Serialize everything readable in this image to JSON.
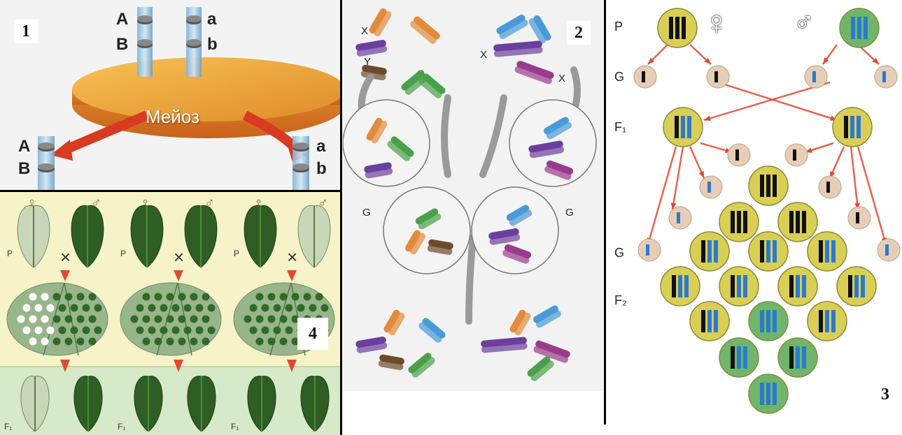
{
  "panel1": {
    "number": "1",
    "top_left": [
      "A",
      "B"
    ],
    "top_right": [
      "a",
      "b"
    ],
    "disc_label": "Мейоз",
    "bottom_left": [
      "A",
      "B"
    ],
    "bottom_right": [
      "a",
      "b"
    ]
  },
  "panel2": {
    "number": "2",
    "chrom_x_left": "X",
    "chrom_y_left": "Y",
    "chrom_x_right": "X",
    "chrom_x_right2": "X",
    "gamete_left": "G",
    "gamete_right": "G"
  },
  "panel3": {
    "number": "3",
    "labels": [
      "P",
      "G",
      "F₁",
      "G",
      "F₂"
    ],
    "female_symbol": "♀",
    "male_symbol": "♂"
  },
  "panel4": {
    "number": "4",
    "p_label": "P",
    "cross_symbol": "×",
    "female_symbol": "♀",
    "male_symbol": "♂",
    "f1_label": "F₁"
  },
  "colors": {
    "disc": "#e8a23a",
    "yellow_cell": "#d9cf55",
    "green_cell": "#6fb66a",
    "gamete": "#e6cdb5",
    "arrow_red": "#e04a30",
    "leaf_green": "#2e5e24",
    "panel4_bg": "#f6f3c8",
    "panel4_bottom_bg": "#d6e9c8"
  }
}
